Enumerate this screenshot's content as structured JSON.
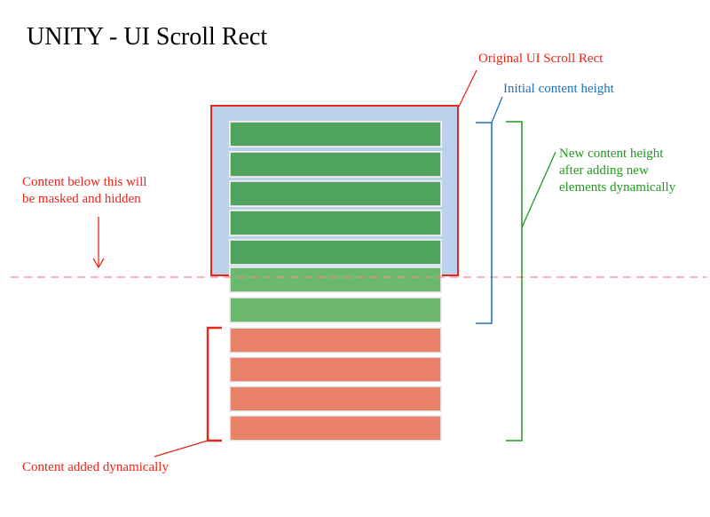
{
  "title": "UNITY - UI Scroll Rect",
  "labels": {
    "original_scroll_rect": "Original UI Scroll Rect",
    "initial_content_height": "Initial content height",
    "new_content_height": [
      "New content height",
      "after adding new",
      "elements dynamically"
    ],
    "mask_note": [
      "Content below this will",
      "be masked and hidden"
    ],
    "content_added": "Content added dynamically"
  },
  "colors": {
    "red": "#e8261c",
    "blue": "#1f6fc0",
    "green": "#1f9a1f",
    "scroll_rect_fill": "#bcd2ec",
    "visible_row": "#4fa35f",
    "masked_row": "#6cb870",
    "added_row": "#e98269"
  },
  "rows": {
    "visible_count": 5,
    "masked_count": 2,
    "added_count": 4
  }
}
